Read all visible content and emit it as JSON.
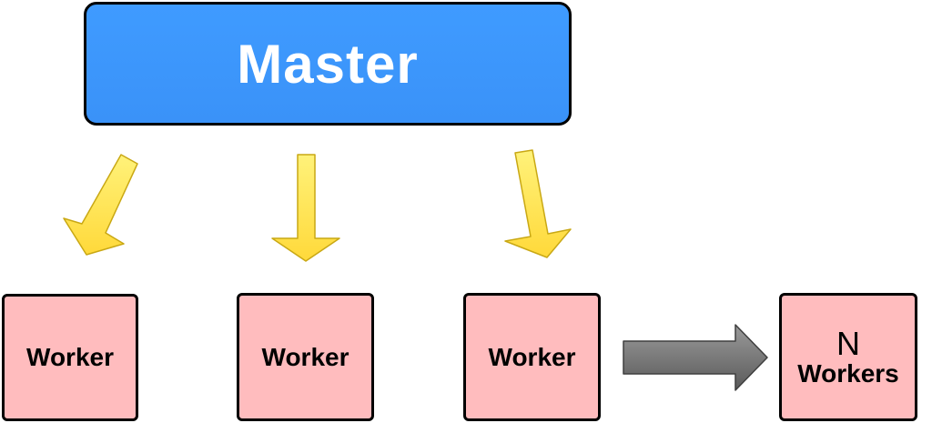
{
  "master": {
    "label": "Master"
  },
  "workers": [
    {
      "label": "Worker"
    },
    {
      "label": "Worker"
    },
    {
      "label": "Worker"
    }
  ],
  "n_workers": {
    "n": "N",
    "label": "Workers"
  },
  "colors": {
    "master_fill": "#3b95fc",
    "worker_fill": "#ffbcbe",
    "arrow_fill": "#ffe45c",
    "scale_arrow_fill": "#7a7a7a"
  }
}
